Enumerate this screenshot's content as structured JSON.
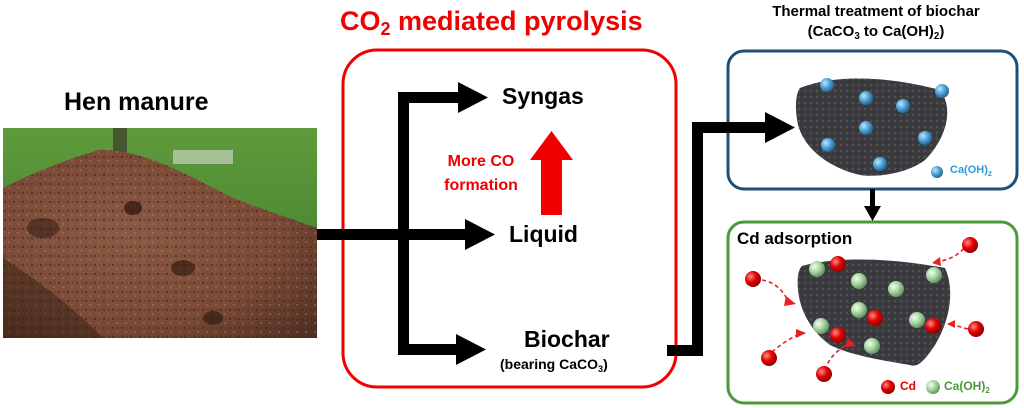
{
  "source": {
    "title": "Hen manure",
    "image_description": "photo of a pile of hen manure"
  },
  "process": {
    "title_prefix": "CO",
    "title_sub": "2",
    "title_suffix": " mediated pyrolysis",
    "frame_color": "#f00000",
    "products": {
      "syngas": "Syngas",
      "liquid": "Liquid",
      "biochar": "Biochar",
      "biochar_note_prefix": "(bearing CaCO",
      "biochar_note_sub": "3",
      "biochar_note_suffix": ")"
    },
    "annotation_line1": "More CO",
    "annotation_line2": "formation"
  },
  "thermal": {
    "title_line1": "Thermal treatment of biochar",
    "title_line2_prefix": "(CaCO",
    "title_line2_sub1": "3",
    "title_line2_mid": " to Ca(OH)",
    "title_line2_sub2": "2",
    "title_line2_suffix": ")",
    "frame_color": "#1f4e79",
    "legend_prefix": "Ca(OH)",
    "legend_sub": "2",
    "legend_color": "#2e9bd6"
  },
  "adsorption": {
    "title": "Cd adsorption",
    "frame_color": "#4a9a3a",
    "legend_cd": "Cd",
    "legend_cd_color": "#e00000",
    "legend_caoh_prefix": "Ca(OH)",
    "legend_caoh_sub": "2",
    "legend_caoh_color": "#4a9a3a"
  }
}
